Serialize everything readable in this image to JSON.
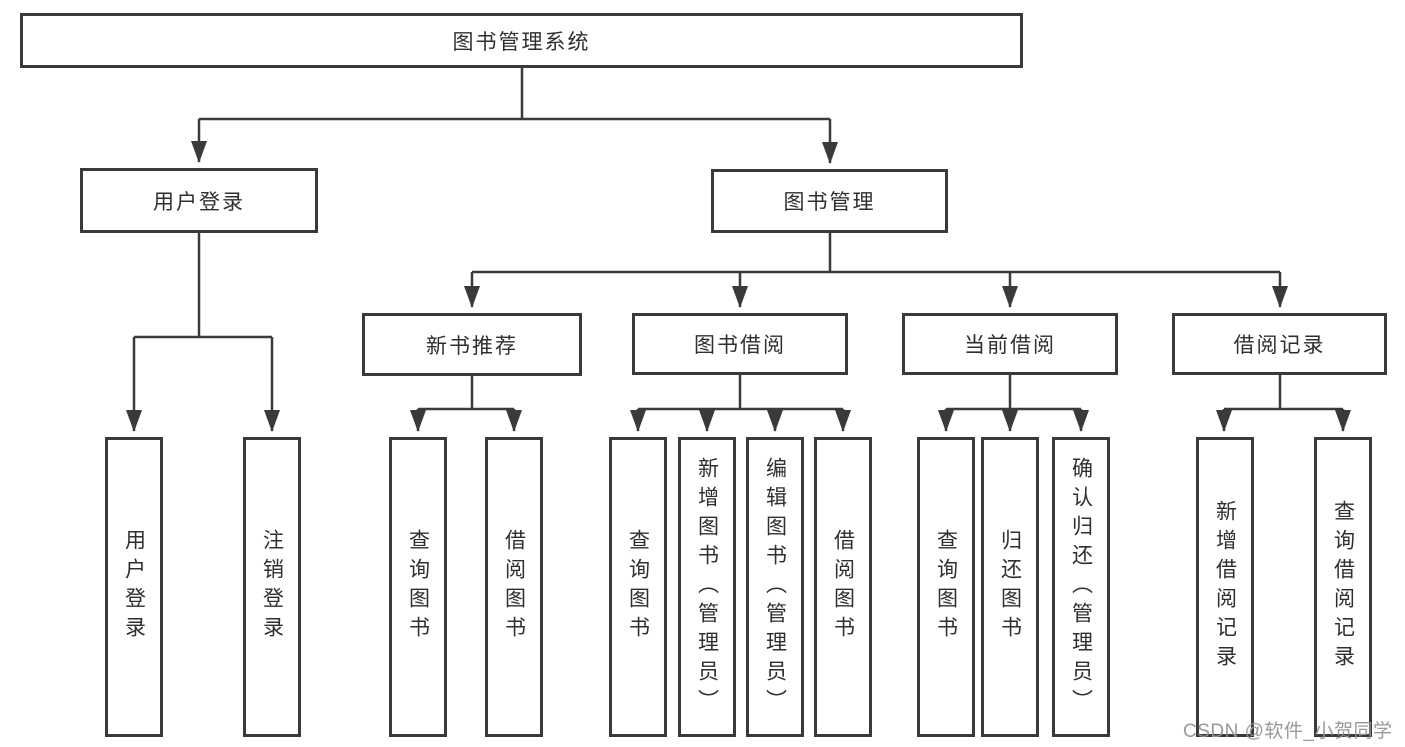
{
  "diagram": {
    "root": {
      "label": "图书管理系统"
    },
    "level2": [
      {
        "label": "用户登录"
      },
      {
        "label": "图书管理"
      }
    ],
    "level3": [
      {
        "label": "新书推荐"
      },
      {
        "label": "图书借阅"
      },
      {
        "label": "当前借阅"
      },
      {
        "label": "借阅记录"
      }
    ],
    "leaves": {
      "user_login": [
        {
          "label": "用户登录"
        },
        {
          "label": "注销登录"
        }
      ],
      "new_book_recommend": [
        {
          "label": "查询图书"
        },
        {
          "label": "借阅图书"
        }
      ],
      "book_borrow": [
        {
          "label": "查询图书"
        },
        {
          "label": "新增图书（管理员）"
        },
        {
          "label": "编辑图书（管理员）"
        },
        {
          "label": "借阅图书"
        }
      ],
      "current_borrow": [
        {
          "label": "查询图书"
        },
        {
          "label": "归还图书"
        },
        {
          "label": "确认归还（管理员）"
        }
      ],
      "borrow_records": [
        {
          "label": "新增借阅记录"
        },
        {
          "label": "查询借阅记录"
        }
      ]
    },
    "watermark": "CSDN @软件_小贺同学",
    "colors": {
      "line": "#3a3a3a",
      "text": "#2f2f2f",
      "watermark": "#949494",
      "background": "#ffffff"
    }
  }
}
